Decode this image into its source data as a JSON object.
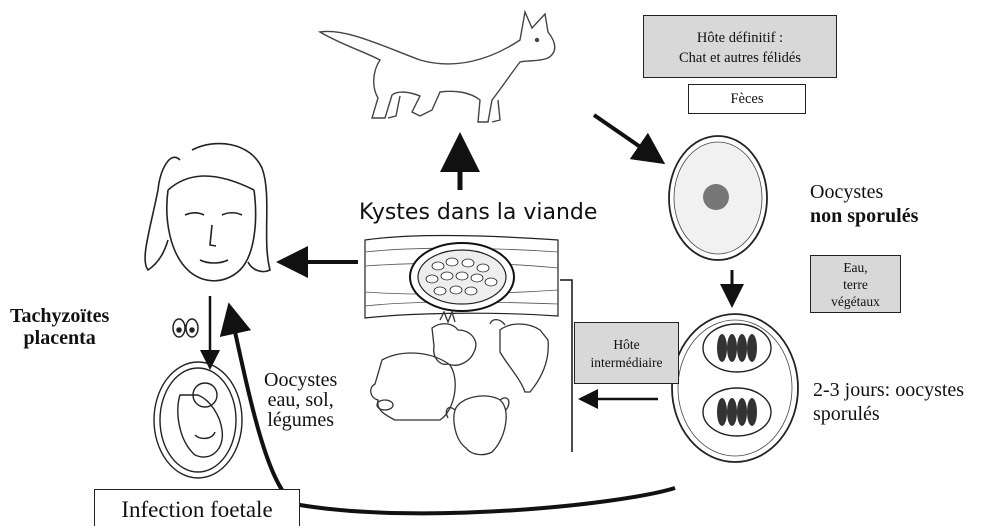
{
  "diagram": {
    "boxes": {
      "definitive_host_line1": "Hôte définitif :",
      "definitive_host_line2": "Chat et autres félidés",
      "feces": "Fèces",
      "water_line1": "Eau,",
      "water_line2": "terre",
      "water_line3": "végétaux",
      "intermediate_host_line1": "Hôte",
      "intermediate_host_line2": "intermédiaire",
      "fetal_infection": "Infection foetale"
    },
    "labels": {
      "cysts_in_meat": "Kystes dans la viande",
      "unsporulated_line1": "Oocystes",
      "unsporulated_line2": "non sporulés",
      "sporulated_line1": "2-3 jours: oocystes",
      "sporulated_line2": "sporulés",
      "tachyzoites_line1": "Tachyzoïtes",
      "tachyzoites_line2": "placenta",
      "oocysts_line1": "Oocystes",
      "oocysts_line2": "eau, sol,",
      "oocysts_line3": "légumes"
    }
  }
}
